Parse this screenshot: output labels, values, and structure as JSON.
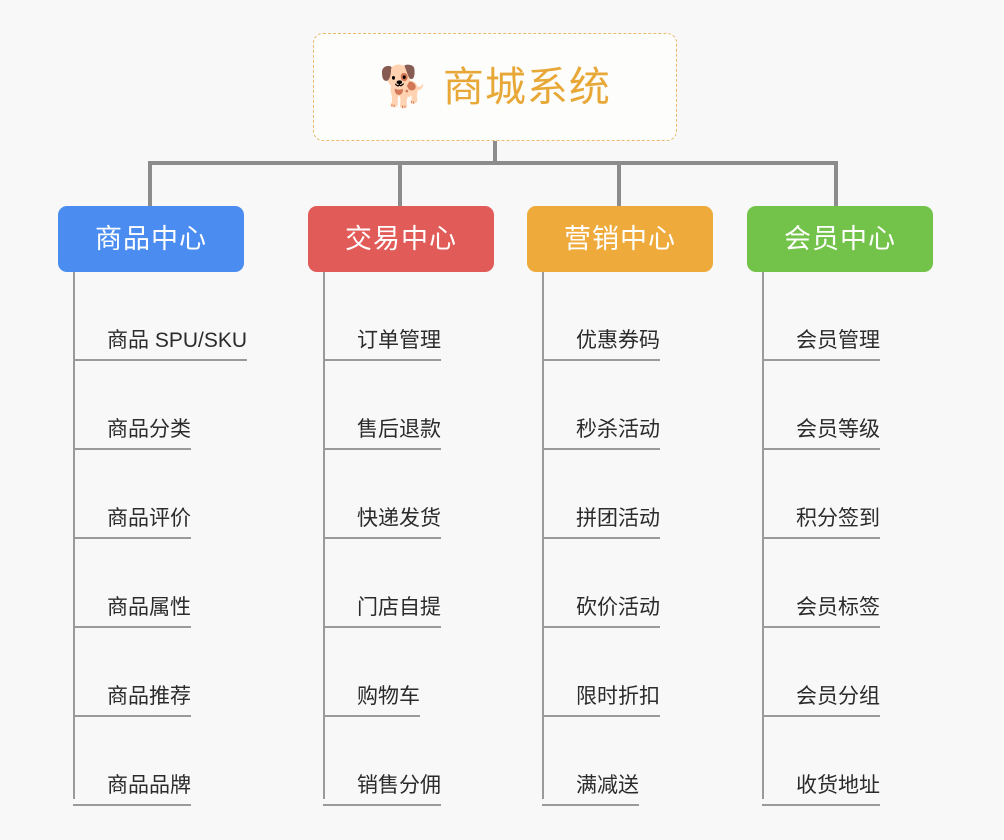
{
  "background_color": "#f8f8f8",
  "root": {
    "icon": "shiba-dog-face-icon",
    "emoji": "🐕",
    "title": "商城系统",
    "text_color": "#e8a838",
    "border_color": "#e9b96e"
  },
  "connector_color": "#8c8c8c",
  "columns": [
    {
      "id": "product-center",
      "title": "商品中心",
      "color": "#4a8cf0",
      "items": [
        "商品 SPU/SKU",
        "商品分类",
        "商品评价",
        "商品属性",
        "商品推荐",
        "商品品牌"
      ]
    },
    {
      "id": "trade-center",
      "title": "交易中心",
      "color": "#e15b58",
      "items": [
        "订单管理",
        "售后退款",
        "快递发货",
        "门店自提",
        "购物车",
        "销售分佣"
      ]
    },
    {
      "id": "marketing-center",
      "title": "营销中心",
      "color": "#eeab3c",
      "items": [
        "优惠券码",
        "秒杀活动",
        "拼团活动",
        "砍价活动",
        "限时折扣",
        "满减送"
      ]
    },
    {
      "id": "member-center",
      "title": "会员中心",
      "color": "#73c council",
      "items": [
        "会员管理",
        "会员等级",
        "积分签到",
        "会员标签",
        "会员分组",
        "收货地址"
      ]
    }
  ]
}
